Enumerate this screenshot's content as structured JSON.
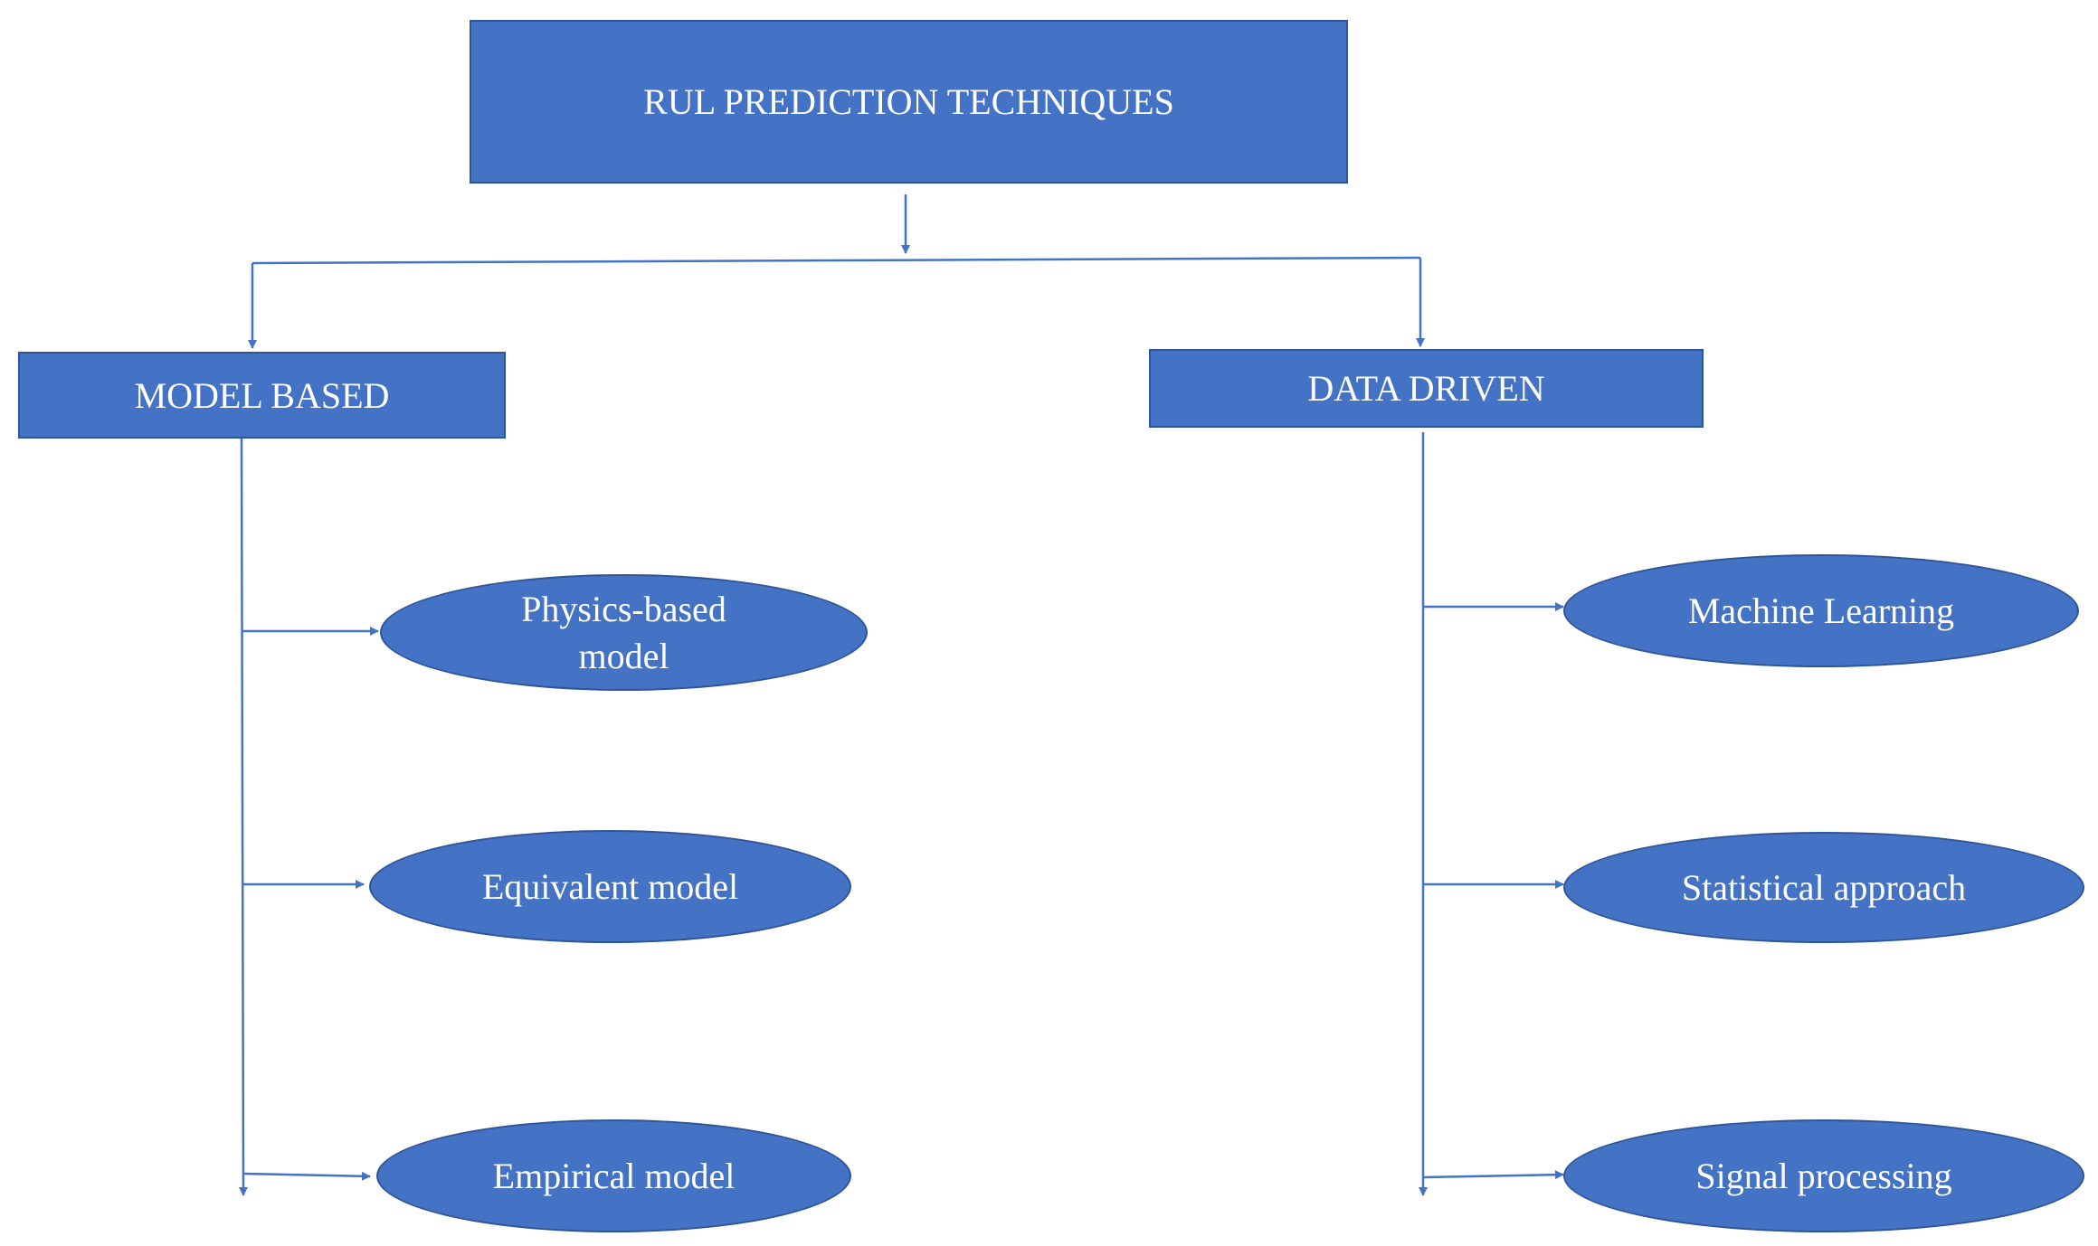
{
  "root": {
    "label": "RUL PREDICTION TECHNIQUES"
  },
  "branches": {
    "model_based": {
      "label": "MODEL BASED",
      "items": [
        {
          "line1": "Physics-based",
          "line2": "model"
        },
        {
          "line1": "Equivalent model"
        },
        {
          "line1": "Empirical model"
        }
      ]
    },
    "data_driven": {
      "label": "DATA DRIVEN",
      "items": [
        {
          "line1": "Machine Learning"
        },
        {
          "line1": "Statistical approach"
        },
        {
          "line1": "Signal processing"
        }
      ]
    }
  },
  "colors": {
    "fill": "#4472c4",
    "border": "#2f5597",
    "line": "#4472c4",
    "text": "#ffffff"
  }
}
